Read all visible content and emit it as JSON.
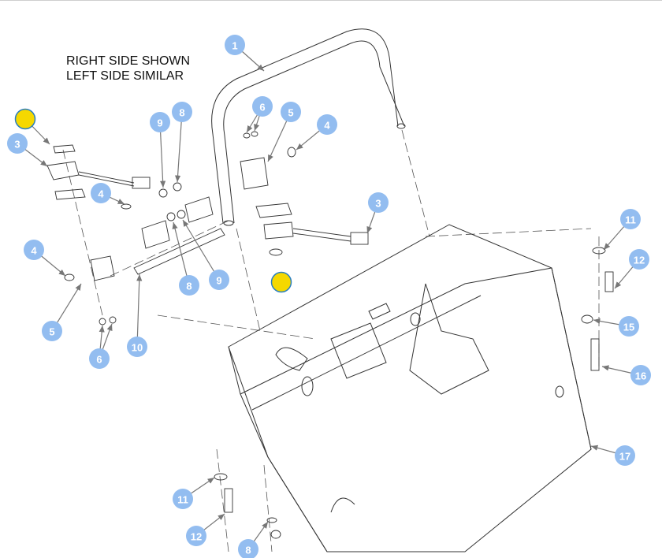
{
  "note": {
    "line1": "RIGHT SIDE SHOWN",
    "line2": "LEFT SIDE SIMILAR"
  },
  "colors": {
    "callout": "#93bdf0",
    "highlight": "#f5d800",
    "highlight_border": "#2a7fc0",
    "line": "#333333",
    "leader": "#777777"
  },
  "callouts": [
    "1",
    "6",
    "5",
    "4",
    "3",
    "9",
    "8",
    "4",
    "3",
    "4",
    "5",
    "6",
    "10",
    "8",
    "9",
    "11",
    "12",
    "15",
    "16",
    "17",
    "11",
    "12",
    "8"
  ],
  "highlight_markers": 2
}
